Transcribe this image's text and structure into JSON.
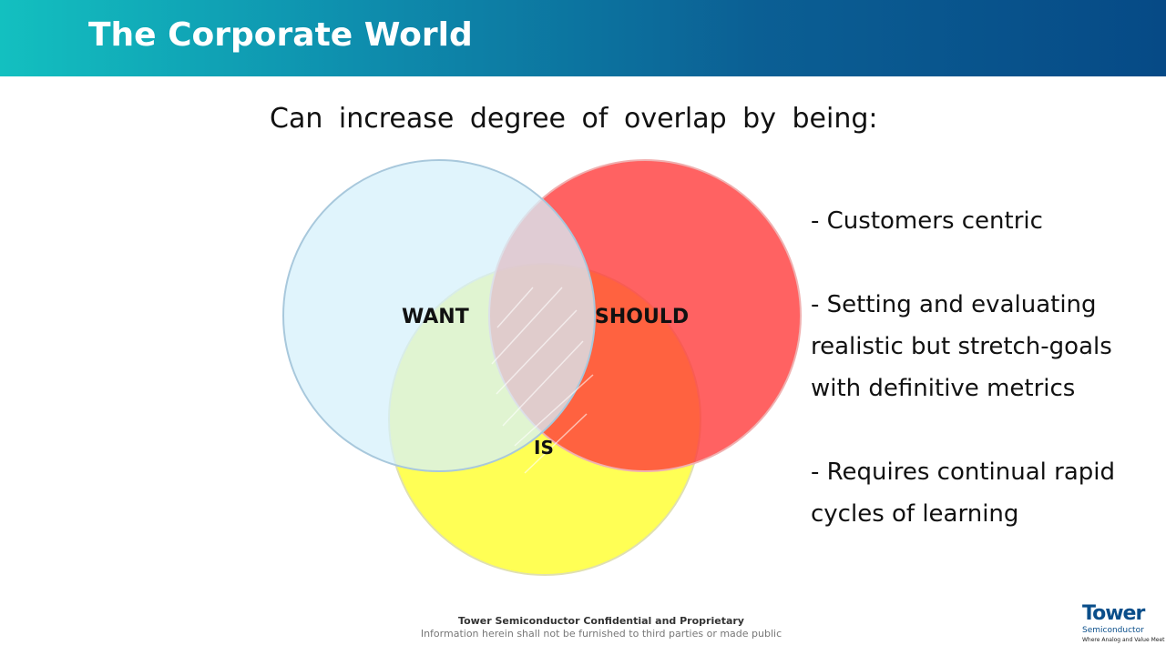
{
  "header": {
    "title": "The Corporate World"
  },
  "subtitle": "Can increase degree of overlap by being:",
  "venn": {
    "labels": {
      "want": "WANT",
      "should": "SHOULD",
      "is": "IS"
    },
    "colors": {
      "want": "#d6f0fb",
      "should": "#ff3b3b",
      "is": "#ffff55"
    }
  },
  "bullets": [
    "- Customers centric",
    "- Setting and evaluating realistic but stretch-goals with definitive metrics",
    "- Requires continual rapid cycles of learning"
  ],
  "footer": {
    "line1": "Tower Semiconductor Confidential and Proprietary",
    "line2": "Information herein shall not be furnished to third parties or made public"
  },
  "logo": {
    "word": "Tower",
    "sub": "Semiconductor",
    "tag": "Where Analog and Value Meet"
  }
}
